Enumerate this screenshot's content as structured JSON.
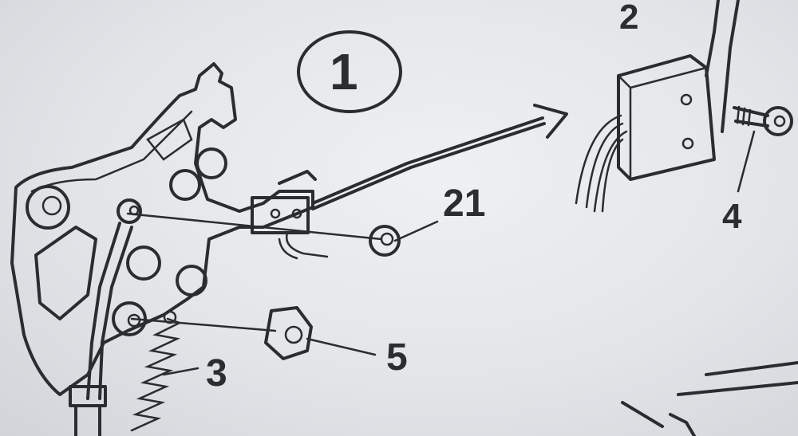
{
  "callouts": {
    "circled": "1",
    "detail": "2",
    "spring": "3",
    "screw": "4",
    "nut": "5",
    "washer": "21"
  }
}
